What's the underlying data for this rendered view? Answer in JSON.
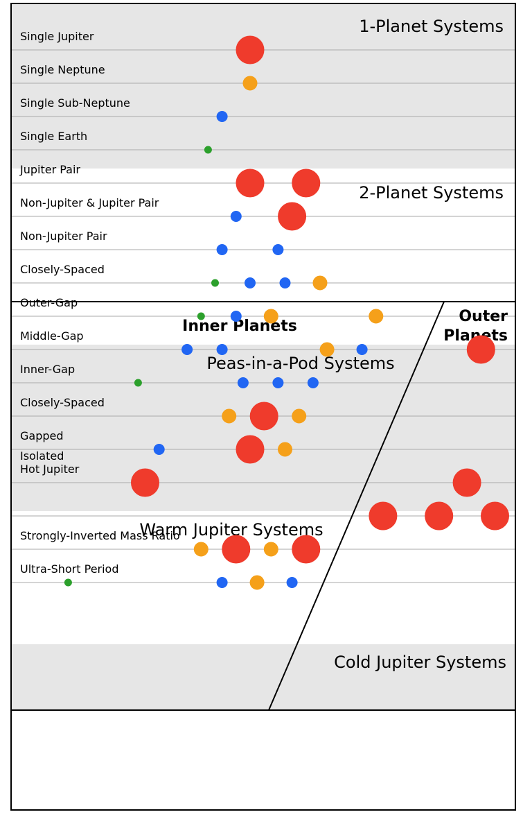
{
  "colors": {
    "jupiter": "#ef3b2c",
    "neptune": "#f5a01a",
    "sub_neptune": "#2166f3",
    "earth": "#2ca02c",
    "band_shade": "#e6e6e6",
    "row_line": "#aaaaaa",
    "frame": "#000000"
  },
  "headers": {
    "inner": "Inner Planets",
    "outer_line1": "Outer",
    "outer_line2": "Planets"
  },
  "sections": [
    {
      "id": "one-planet",
      "title": "1-Planet Systems"
    },
    {
      "id": "two-planet",
      "title": "2-Planet Systems"
    },
    {
      "id": "peas",
      "title": "Peas-in-a-Pod Systems"
    },
    {
      "id": "warm",
      "title": "Warm Jupiter Systems"
    },
    {
      "id": "cold",
      "title": "Cold Jupiter Systems"
    },
    {
      "id": "misc",
      "title": ""
    }
  ],
  "planet_legend": [
    {
      "type": "jupiter",
      "size": 4
    },
    {
      "type": "neptune",
      "size": 2
    },
    {
      "type": "sub_neptune",
      "size": 1.5
    },
    {
      "type": "earth",
      "size": 1
    }
  ],
  "rows": [
    {
      "section": "one-planet",
      "label": [
        "Single Jupiter"
      ],
      "planets": [
        {
          "order": 3,
          "type": "jupiter"
        }
      ]
    },
    {
      "section": "one-planet",
      "label": [
        "Single Neptune"
      ],
      "planets": [
        {
          "order": 3,
          "type": "neptune"
        }
      ]
    },
    {
      "section": "one-planet",
      "label": [
        "Single Sub-Neptune"
      ],
      "planets": [
        {
          "order": 2.6,
          "type": "sub_neptune"
        }
      ]
    },
    {
      "section": "one-planet",
      "label": [
        "Single Earth"
      ],
      "planets": [
        {
          "order": 2.4,
          "type": "earth"
        }
      ]
    },
    {
      "section": "two-planet",
      "label": [
        "Jupiter Pair"
      ],
      "planets": [
        {
          "order": 3,
          "type": "jupiter"
        },
        {
          "order": 3.8,
          "type": "jupiter"
        }
      ]
    },
    {
      "section": "two-planet",
      "label": [
        "Non-Jupiter & Jupiter Pair"
      ],
      "planets": [
        {
          "order": 2.8,
          "type": "sub_neptune"
        },
        {
          "order": 3.6,
          "type": "jupiter"
        }
      ]
    },
    {
      "section": "two-planet",
      "label": [
        "Non-Jupiter Pair"
      ],
      "planets": [
        {
          "order": 2.6,
          "type": "sub_neptune"
        },
        {
          "order": 3.4,
          "type": "sub_neptune"
        }
      ]
    },
    {
      "section": "peas",
      "label": [
        "Closely-Spaced"
      ],
      "planets": [
        {
          "order": 2.5,
          "type": "earth"
        },
        {
          "order": 3,
          "type": "sub_neptune"
        },
        {
          "order": 3.5,
          "type": "sub_neptune"
        },
        {
          "order": 4,
          "type": "neptune"
        }
      ]
    },
    {
      "section": "peas",
      "label": [
        "Outer-Gap"
      ],
      "planets": [
        {
          "order": 2.3,
          "type": "earth"
        },
        {
          "order": 2.8,
          "type": "sub_neptune"
        },
        {
          "order": 3.3,
          "type": "neptune"
        },
        {
          "order": 4.8,
          "type": "neptune"
        }
      ]
    },
    {
      "section": "peas",
      "label": [
        "Middle-Gap"
      ],
      "planets": [
        {
          "order": 2.1,
          "type": "sub_neptune"
        },
        {
          "order": 2.6,
          "type": "sub_neptune"
        },
        {
          "order": 4.1,
          "type": "neptune"
        },
        {
          "order": 4.6,
          "type": "sub_neptune"
        },
        {
          "order": 6.3,
          "type": "jupiter"
        }
      ]
    },
    {
      "section": "peas",
      "label": [
        "Inner-Gap"
      ],
      "planets": [
        {
          "order": 1.4,
          "type": "earth"
        },
        {
          "order": 2.9,
          "type": "sub_neptune"
        },
        {
          "order": 3.4,
          "type": "sub_neptune"
        },
        {
          "order": 3.9,
          "type": "sub_neptune"
        }
      ]
    },
    {
      "section": "warm",
      "label": [
        "Closely-Spaced"
      ],
      "planets": [
        {
          "order": 2.7,
          "type": "neptune"
        },
        {
          "order": 3.2,
          "type": "jupiter"
        },
        {
          "order": 3.7,
          "type": "neptune"
        }
      ]
    },
    {
      "section": "warm",
      "label": [
        "Gapped"
      ],
      "planets": [
        {
          "order": 1.7,
          "type": "sub_neptune"
        },
        {
          "order": 3,
          "type": "jupiter"
        },
        {
          "order": 3.5,
          "type": "neptune"
        }
      ]
    },
    {
      "section": "warm",
      "label": [
        "Isolated",
        "Hot Jupiter"
      ],
      "planets": [
        {
          "order": 1.5,
          "type": "jupiter"
        },
        {
          "order": 6.1,
          "type": "jupiter"
        }
      ]
    },
    {
      "section": "cold",
      "label": [
        ""
      ],
      "planets": [
        {
          "order": 4.9,
          "type": "jupiter"
        },
        {
          "order": 5.7,
          "type": "jupiter"
        },
        {
          "order": 6.5,
          "type": "jupiter"
        }
      ]
    },
    {
      "section": "misc",
      "label": [
        "Strongly-Inverted Mass Ratio"
      ],
      "planets": [
        {
          "order": 2.3,
          "type": "neptune"
        },
        {
          "order": 2.8,
          "type": "jupiter"
        },
        {
          "order": 3.3,
          "type": "neptune"
        },
        {
          "order": 3.8,
          "type": "jupiter"
        }
      ]
    },
    {
      "section": "misc",
      "label": [
        "Ultra-Short Period"
      ],
      "planets": [
        {
          "order": 0.4,
          "type": "earth"
        },
        {
          "order": 2.6,
          "type": "sub_neptune"
        },
        {
          "order": 3.1,
          "type": "neptune"
        },
        {
          "order": 3.6,
          "type": "sub_neptune"
        }
      ]
    }
  ]
}
